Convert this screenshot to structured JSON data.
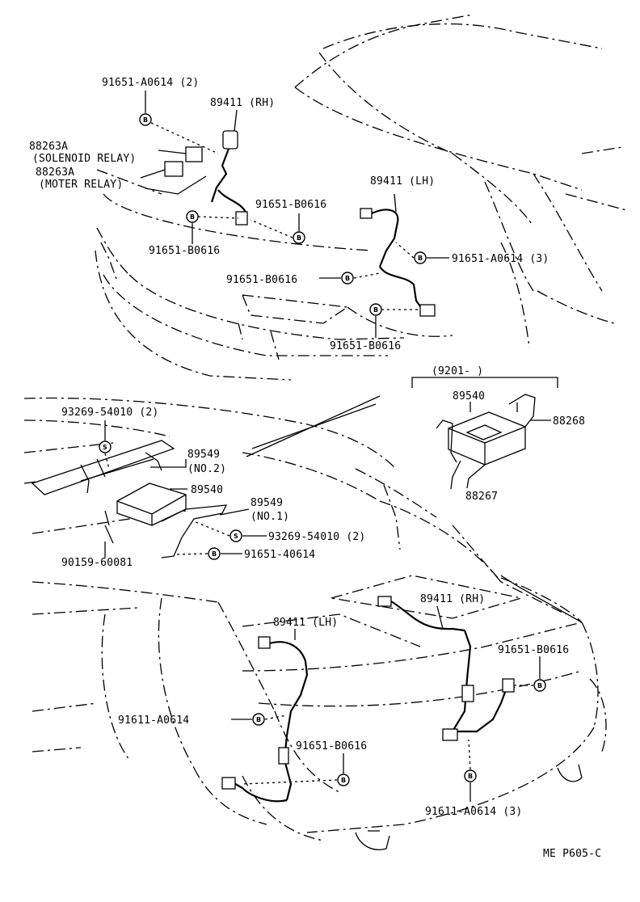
{
  "labels": {
    "l01": "91651-A0614 (2)",
    "l02": "89411 (RH)",
    "l03": "88263A",
    "l04": "(SOLENOID RELAY)",
    "l05": "88263A",
    "l06": "(MOTER RELAY)",
    "l07": "89411 (LH)",
    "l08": "91651-B0616",
    "l09": "91651-B0616",
    "l10": "91651-A0614 (3)",
    "l11": "91651-B0616",
    "l12": "91651-B0616",
    "l13": "(9201-      )",
    "l14": "89540",
    "l15": "88268",
    "l16": "88267",
    "l17": "93269-54010 (2)",
    "l18": "89549",
    "l19": "(NO.2)",
    "l20": "89540",
    "l21": "89549",
    "l22": "(NO.1)",
    "l23": "93269-54010 (2)",
    "l24": "91651-40614",
    "l25": "90159-60081",
    "l26": "89411 (RH)",
    "l27": "89411 (LH)",
    "l28": "91651-B0616",
    "l29": "91611-A0614",
    "l30": "91651-B0616",
    "l31": "91611-A0614 (3)",
    "l32": "ME  P605-C"
  },
  "markers": {
    "bolt": "B",
    "screw": "S"
  }
}
